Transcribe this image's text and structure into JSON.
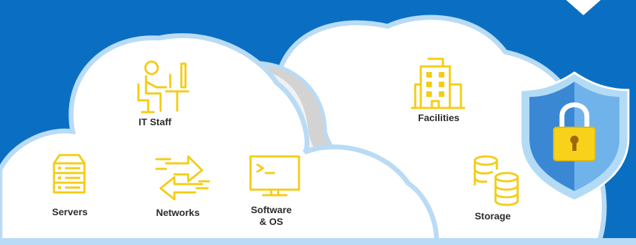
{
  "diagram": {
    "items": [
      {
        "id": "it_staff",
        "label": "IT Staff",
        "icon": "person-at-desk-icon"
      },
      {
        "id": "facilities",
        "label": "Facilities",
        "icon": "building-icon"
      },
      {
        "id": "servers",
        "label": "Servers",
        "icon": "server-rack-icon"
      },
      {
        "id": "networks",
        "label": "Networks",
        "icon": "network-arrows-icon"
      },
      {
        "id": "software",
        "label": "Software\n& OS",
        "icon": "terminal-monitor-icon"
      },
      {
        "id": "storage",
        "label": "Storage",
        "icon": "database-cylinders-icon"
      }
    ],
    "security": {
      "icon": "shield-lock-icon"
    }
  },
  "colors": {
    "background": "#0a6fc2",
    "cloud_fill": "#ffffff",
    "cloud_outline": "#b9dbf5",
    "icon_yellow": "#f4cc12",
    "label_text": "#2b2b2b",
    "shield_light": "#b3dbf6",
    "shield_dark": "#3a87d4",
    "lock_body": "#f8d21a"
  }
}
